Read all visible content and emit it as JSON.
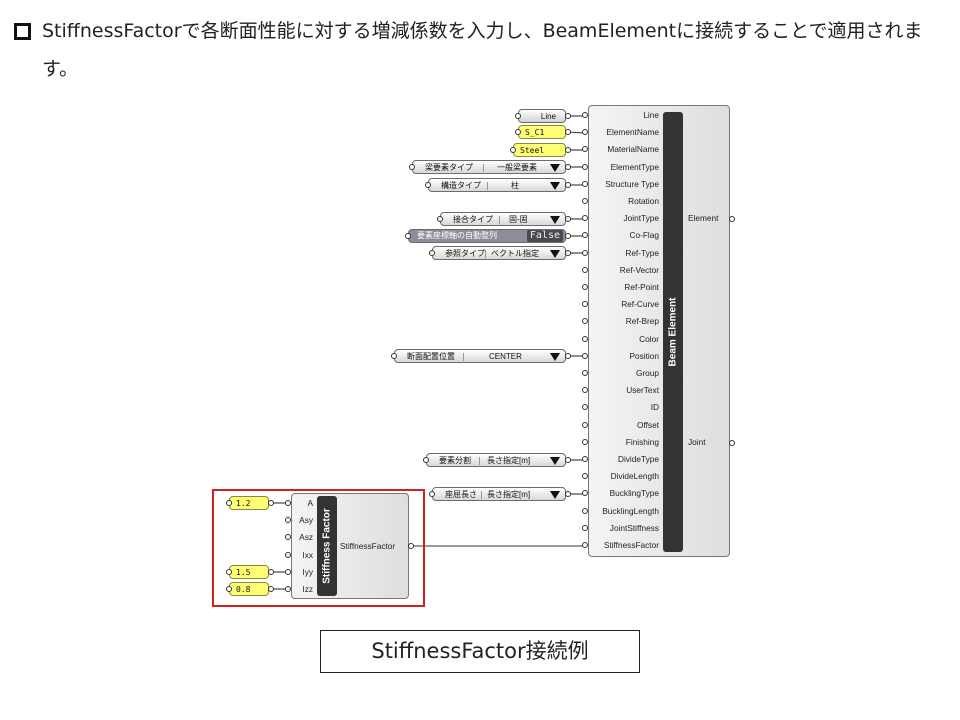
{
  "heading": {
    "text": "StiffnessFactorで各断面性能に対する増減係数を入力し、BeamElementに接続することで適用されます。"
  },
  "beam_element": {
    "title": "Beam Element",
    "inputs": [
      "Line",
      "ElementName",
      "MaterialName",
      "ElementType",
      "Structure Type",
      "Rotation",
      "JointType",
      "Co-Flag",
      "Ref-Type",
      "Ref-Vector",
      "Ref-Point",
      "Ref-Curve",
      "Ref-Brep",
      "Color",
      "Position",
      "Group",
      "UserText",
      "ID",
      "Offset",
      "Finishing",
      "DivideType",
      "DivideLength",
      "BucklingType",
      "BucklingLength",
      "JointStiffness",
      "StiffnessFactor"
    ],
    "outputs": [
      "Element",
      "Joint"
    ]
  },
  "beam_sources": {
    "line": "Line",
    "element_name": "S_C1",
    "material_name": "Steel",
    "element_type": {
      "label": "梁要素タイプ",
      "value": "一般梁要素"
    },
    "structure_type": {
      "label": "構造タイプ",
      "value": "柱"
    },
    "joint_type": {
      "label": "接合タイプ",
      "value": "固-固"
    },
    "co_flag": {
      "label": "要素座標軸の自動整列",
      "value": "False"
    },
    "ref_type": {
      "label": "参照タイプ",
      "value": "ベクトル指定"
    },
    "position": {
      "label": "断面配置位置",
      "value": "CENTER"
    },
    "divide_type": {
      "label": "要素分割",
      "value": "長さ指定[m]"
    },
    "buckling_type": {
      "label": "座屈長さ",
      "value": "長さ指定[m]"
    }
  },
  "stiffness_factor": {
    "title": "Stiffness Factor",
    "inputs": [
      "A",
      "Asy",
      "Asz",
      "Ixx",
      "Iyy",
      "Izz"
    ],
    "output": "StiffnessFactor",
    "values": {
      "A": "1.2",
      "Iyy": "1.5",
      "Izz": "0.8"
    }
  },
  "caption": "StiffnessFactor接続例",
  "colors": {
    "panel": "#fffd73",
    "highlight": "#d42020",
    "core": "#333333"
  }
}
